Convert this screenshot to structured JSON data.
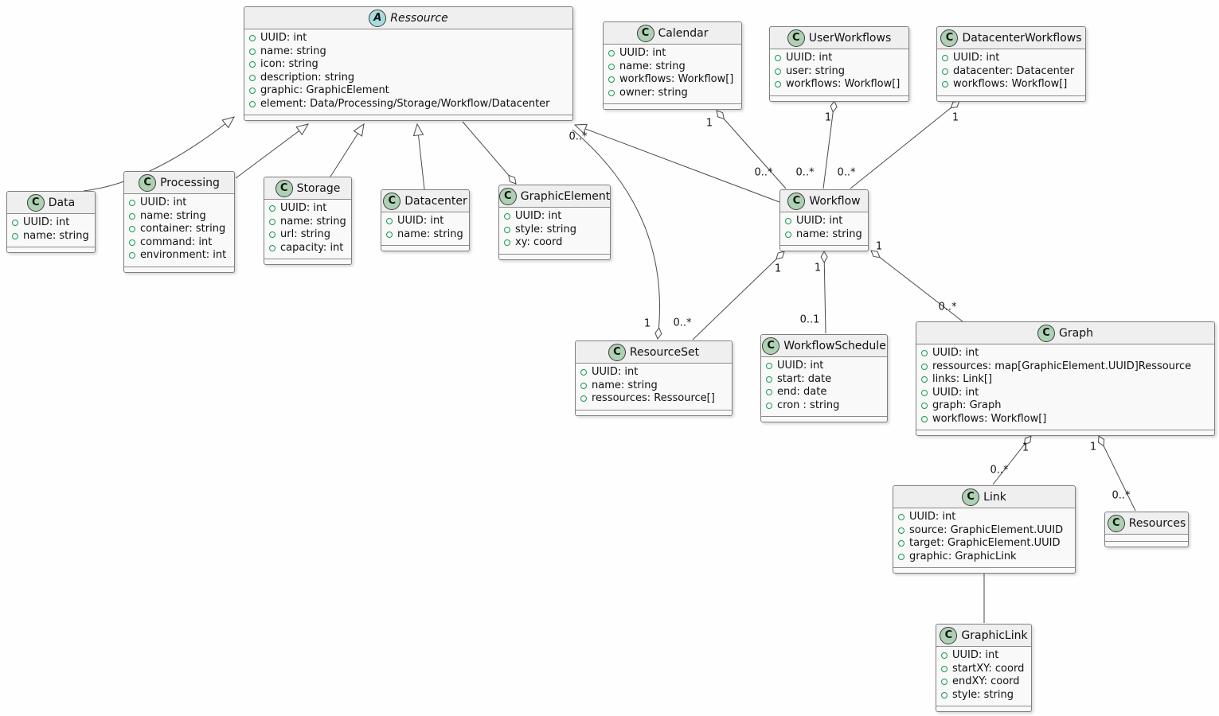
{
  "colors": {
    "line": "#4B4B4B",
    "marker_fill": "#FBFBFB",
    "box_border": "#7F7F7F",
    "box_header_bg": "#EFEFEF",
    "box_body_bg": "#F9F9F9",
    "class_icon_bg": "#ADD1B2",
    "abstract_icon_bg": "#A9DCDF",
    "field_bullet": "#169C52"
  },
  "classes": [
    {
      "id": "ressource",
      "name": "Ressource",
      "kind": "abstract",
      "icon_letter": "A",
      "attributes": [
        "UUID: int",
        "name: string",
        "icon: string",
        "description: string",
        "graphic: GraphicElement",
        "element: Data/Processing/Storage/Workflow/Datacenter"
      ]
    },
    {
      "id": "calendar",
      "name": "Calendar",
      "kind": "class",
      "icon_letter": "C",
      "attributes": [
        "UUID: int",
        "name: string",
        "workflows: Workflow[]",
        "owner: string"
      ]
    },
    {
      "id": "userworkflows",
      "name": "UserWorkflows",
      "kind": "class",
      "icon_letter": "C",
      "attributes": [
        "UUID: int",
        "user: string",
        "workflows: Workflow[]"
      ]
    },
    {
      "id": "datacenterworkflows",
      "name": "DatacenterWorkflows",
      "kind": "class",
      "icon_letter": "C",
      "attributes": [
        "UUID: int",
        "datacenter: Datacenter",
        "workflows: Workflow[]"
      ]
    },
    {
      "id": "data",
      "name": "Data",
      "kind": "class",
      "icon_letter": "C",
      "attributes": [
        "UUID: int",
        "name: string"
      ]
    },
    {
      "id": "processing",
      "name": "Processing",
      "kind": "class",
      "icon_letter": "C",
      "attributes": [
        "UUID: int",
        "name: string",
        "container: string",
        "command: int",
        "environment: int"
      ]
    },
    {
      "id": "storage",
      "name": "Storage",
      "kind": "class",
      "icon_letter": "C",
      "attributes": [
        "UUID: int",
        "name: string",
        "url: string",
        "capacity: int"
      ]
    },
    {
      "id": "datacenter",
      "name": "Datacenter",
      "kind": "class",
      "icon_letter": "C",
      "attributes": [
        "UUID: int",
        "name: string"
      ]
    },
    {
      "id": "graphicelement",
      "name": "GraphicElement",
      "kind": "class",
      "icon_letter": "C",
      "attributes": [
        "UUID: int",
        "style: string",
        "xy: coord"
      ]
    },
    {
      "id": "workflow",
      "name": "Workflow",
      "kind": "class",
      "icon_letter": "C",
      "attributes": [
        "UUID: int",
        "name: string"
      ]
    },
    {
      "id": "resourceset",
      "name": "ResourceSet",
      "kind": "class",
      "icon_letter": "C",
      "attributes": [
        "UUID: int",
        "name: string",
        "ressources: Ressource[]"
      ]
    },
    {
      "id": "workflowschedule",
      "name": "WorkflowSchedule",
      "kind": "class",
      "icon_letter": "C",
      "attributes": [
        "UUID: int",
        "start: date",
        "end: date",
        "cron : string"
      ]
    },
    {
      "id": "graph",
      "name": "Graph",
      "kind": "class",
      "icon_letter": "C",
      "attributes": [
        "UUID: int",
        "ressources: map[GraphicElement.UUID]Ressource",
        "links: Link[]",
        "UUID: int",
        "graph: Graph",
        "workflows: Workflow[]"
      ]
    },
    {
      "id": "link",
      "name": "Link",
      "kind": "class",
      "icon_letter": "C",
      "attributes": [
        "UUID: int",
        "source: GraphicElement.UUID",
        "target: GraphicElement.UUID",
        "graphic: GraphicLink"
      ]
    },
    {
      "id": "resources",
      "name": "Resources",
      "kind": "class",
      "icon_letter": "C",
      "attributes": []
    },
    {
      "id": "graphiclink",
      "name": "GraphicLink",
      "kind": "class",
      "icon_letter": "C",
      "attributes": [
        "UUID: int",
        "startXY: coord",
        "endXY: coord",
        "style: string"
      ]
    }
  ],
  "edges": [
    {
      "from": "data",
      "to": "ressource",
      "type": "generalization",
      "diamond_label": "",
      "other_label": ""
    },
    {
      "from": "processing",
      "to": "ressource",
      "type": "generalization",
      "diamond_label": "",
      "other_label": ""
    },
    {
      "from": "storage",
      "to": "ressource",
      "type": "generalization",
      "diamond_label": "",
      "other_label": ""
    },
    {
      "from": "datacenter",
      "to": "ressource",
      "type": "generalization",
      "diamond_label": "",
      "other_label": ""
    },
    {
      "from": "workflow",
      "to": "ressource",
      "type": "generalization",
      "diamond_label": "",
      "other_label": ""
    },
    {
      "from": "graphicelement",
      "to": "ressource",
      "type": "aggregation",
      "diamond_label": "",
      "other_label": ""
    },
    {
      "from": "resourceset",
      "to": "ressource",
      "type": "aggregation",
      "diamond_label": "1",
      "other_label": "0..*"
    },
    {
      "from": "calendar",
      "to": "workflow",
      "type": "aggregation",
      "diamond_label": "1",
      "other_label": "0..*"
    },
    {
      "from": "userworkflows",
      "to": "workflow",
      "type": "aggregation",
      "diamond_label": "1",
      "other_label": "0..*"
    },
    {
      "from": "datacenterworkflows",
      "to": "workflow",
      "type": "aggregation",
      "diamond_label": "1",
      "other_label": "0..*"
    },
    {
      "from": "workflow",
      "to": "resourceset",
      "type": "aggregation",
      "diamond_label": "1",
      "other_label": "0..*"
    },
    {
      "from": "workflow",
      "to": "workflowschedule",
      "type": "aggregation",
      "diamond_label": "1",
      "other_label": "0..1"
    },
    {
      "from": "workflow",
      "to": "graph",
      "type": "aggregation",
      "diamond_label": "1",
      "other_label": "0..*"
    },
    {
      "from": "graph",
      "to": "link",
      "type": "aggregation",
      "diamond_label": "1",
      "other_label": "0..*"
    },
    {
      "from": "graph",
      "to": "resources",
      "type": "aggregation",
      "diamond_label": "1",
      "other_label": "0..*"
    },
    {
      "from": "link",
      "to": "graphiclink",
      "type": "association",
      "diamond_label": "",
      "other_label": ""
    }
  ]
}
